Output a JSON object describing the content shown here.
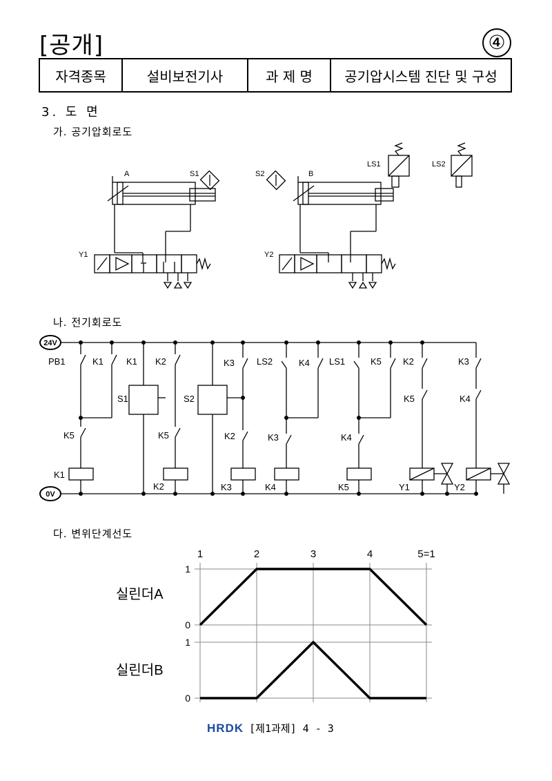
{
  "header": {
    "title": "[공개]",
    "page_number": "④",
    "table": [
      "자격종목",
      "설비보전기사",
      "과 제 명",
      "공기압시스템 진단 및 구성"
    ]
  },
  "section": {
    "title": "3. 도 면",
    "sub_a": "가. 공기압회로도",
    "sub_b": "나. 전기회로도",
    "sub_c": "다. 변위단계선도"
  },
  "pneumatic": {
    "labels": [
      "A",
      "S1",
      "S2",
      "B",
      "LS1",
      "LS2",
      "Y1",
      "Y2"
    ]
  },
  "electrical": {
    "rail_top": "24V",
    "rail_bottom": "0V",
    "contacts_top": [
      "PB1",
      "K1",
      "K1",
      "K2",
      "K3",
      "LS2",
      "K4",
      "LS1",
      "K5",
      "K2",
      "K3"
    ],
    "sensors": [
      "S1",
      "S2"
    ],
    "contacts_mid": [
      "K5",
      "K5",
      "K2",
      "K3",
      "K4",
      "K5",
      "K4"
    ],
    "coils": [
      "K1",
      "K2",
      "K3",
      "K4",
      "K5",
      "Y1",
      "Y2"
    ]
  },
  "chart_data": [
    {
      "type": "line",
      "title": "",
      "series_label": "실린더A",
      "x": [
        "1",
        "2",
        "3",
        "4",
        "5=1"
      ],
      "values": [
        0,
        1,
        1,
        1,
        0
      ],
      "ytick_labels": [
        "0",
        "1"
      ],
      "ylim": [
        0,
        1
      ]
    },
    {
      "type": "line",
      "title": "",
      "series_label": "실린더B",
      "x": [
        "1",
        "2",
        "3",
        "4",
        "5=1"
      ],
      "values": [
        0,
        0,
        1,
        0,
        0
      ],
      "ytick_labels": [
        "0",
        "1"
      ],
      "ylim": [
        0,
        1
      ]
    }
  ],
  "footer": {
    "logo": "HRDK",
    "text": "[제1과제] 4 - 3"
  }
}
